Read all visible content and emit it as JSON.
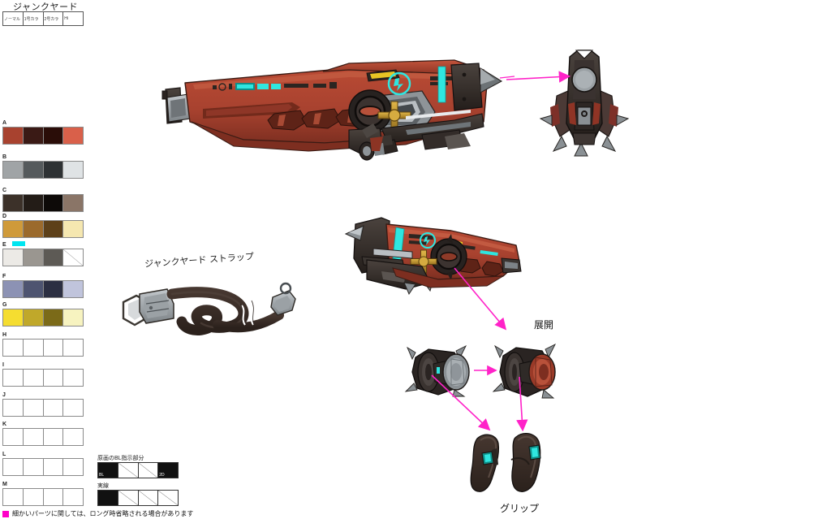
{
  "sheet": {
    "title": "ジャンクヤード",
    "footer_note": "細かいパーツに関しては、ロング時省略される場合があります",
    "footer_marker_color": "#ff00c8"
  },
  "variant_table": {
    "cells": [
      "ノーマル",
      "1号カラ",
      "2号カラ",
      "Hi"
    ]
  },
  "palette": {
    "rows": [
      {
        "label": "A",
        "marker": false,
        "colors": [
          "#a8422f",
          "#3a1a15",
          "#2a0d08",
          "#d9604a"
        ]
      },
      {
        "label": "B",
        "marker": false,
        "colors": [
          "#a0a4a6",
          "#555a5c",
          "#2e3234",
          "#dfe3e5"
        ]
      },
      {
        "label": "C",
        "marker": false,
        "colors": [
          "#3c3129",
          "#231c17",
          "#0d0a08",
          "#8a7567"
        ]
      },
      {
        "label": "D",
        "marker": false,
        "colors": [
          "#cf9a3a",
          "#9b6a2c",
          "#5d4019",
          "#f5e7b0"
        ]
      },
      {
        "label": "E",
        "marker": true,
        "colors": [
          "#eceae6",
          "#9a9690",
          "#5d5a55",
          "#ffffff"
        ],
        "diagonal_index": 3
      },
      {
        "label": "F",
        "marker": false,
        "colors": [
          "#8c92b4",
          "#4e5470",
          "#2c2f42",
          "#c0c4dc"
        ]
      },
      {
        "label": "G",
        "marker": false,
        "colors": [
          "#f5dd30",
          "#c0a82a",
          "#7b6a18",
          "#f7f3c0"
        ]
      },
      {
        "label": "H",
        "marker": false,
        "colors": [
          "#ffffff",
          "#ffffff",
          "#ffffff",
          "#ffffff"
        ]
      },
      {
        "label": "I",
        "marker": false,
        "colors": [
          "#ffffff",
          "#ffffff",
          "#ffffff",
          "#ffffff"
        ]
      },
      {
        "label": "J",
        "marker": false,
        "colors": [
          "#ffffff",
          "#ffffff",
          "#ffffff",
          "#ffffff"
        ]
      },
      {
        "label": "K",
        "marker": false,
        "colors": [
          "#ffffff",
          "#ffffff",
          "#ffffff",
          "#ffffff"
        ]
      },
      {
        "label": "L",
        "marker": false,
        "colors": [
          "#ffffff",
          "#ffffff",
          "#ffffff",
          "#ffffff"
        ]
      },
      {
        "label": "M",
        "marker": false,
        "colors": [
          "#ffffff",
          "#ffffff",
          "#ffffff",
          "#ffffff"
        ]
      }
    ]
  },
  "mini_tables": [
    {
      "label": "原画のBL指示部分",
      "cells": [
        {
          "text": "BL",
          "black": true,
          "diag": false
        },
        {
          "text": "",
          "black": false,
          "diag": true
        },
        {
          "text": "",
          "black": false,
          "diag": true
        },
        {
          "text": "2D",
          "black": true,
          "diag": false
        }
      ]
    },
    {
      "label": "実線",
      "cells": [
        {
          "text": "",
          "black": true,
          "diag": false
        },
        {
          "text": "",
          "black": false,
          "diag": true
        },
        {
          "text": "",
          "black": false,
          "diag": true
        },
        {
          "text": "",
          "black": false,
          "diag": true
        }
      ]
    }
  ],
  "annotations": {
    "strap_label": "ジャンクヤード ストラップ",
    "deploy_label": "展開",
    "grip_label": "グリップ"
  },
  "colors": {
    "arrow": "#ff22c8",
    "body_red": "#a8422f",
    "body_red_light": "#c0543c",
    "body_dark": "#2a2220",
    "accent_cyan": "#2fe6e0",
    "accent_gold": "#c99a2e",
    "accent_yellow": "#e8c524",
    "metal_grey": "#9aa0a4",
    "metal_dark": "#4a4744",
    "strap_brown": "#3a2d26"
  }
}
